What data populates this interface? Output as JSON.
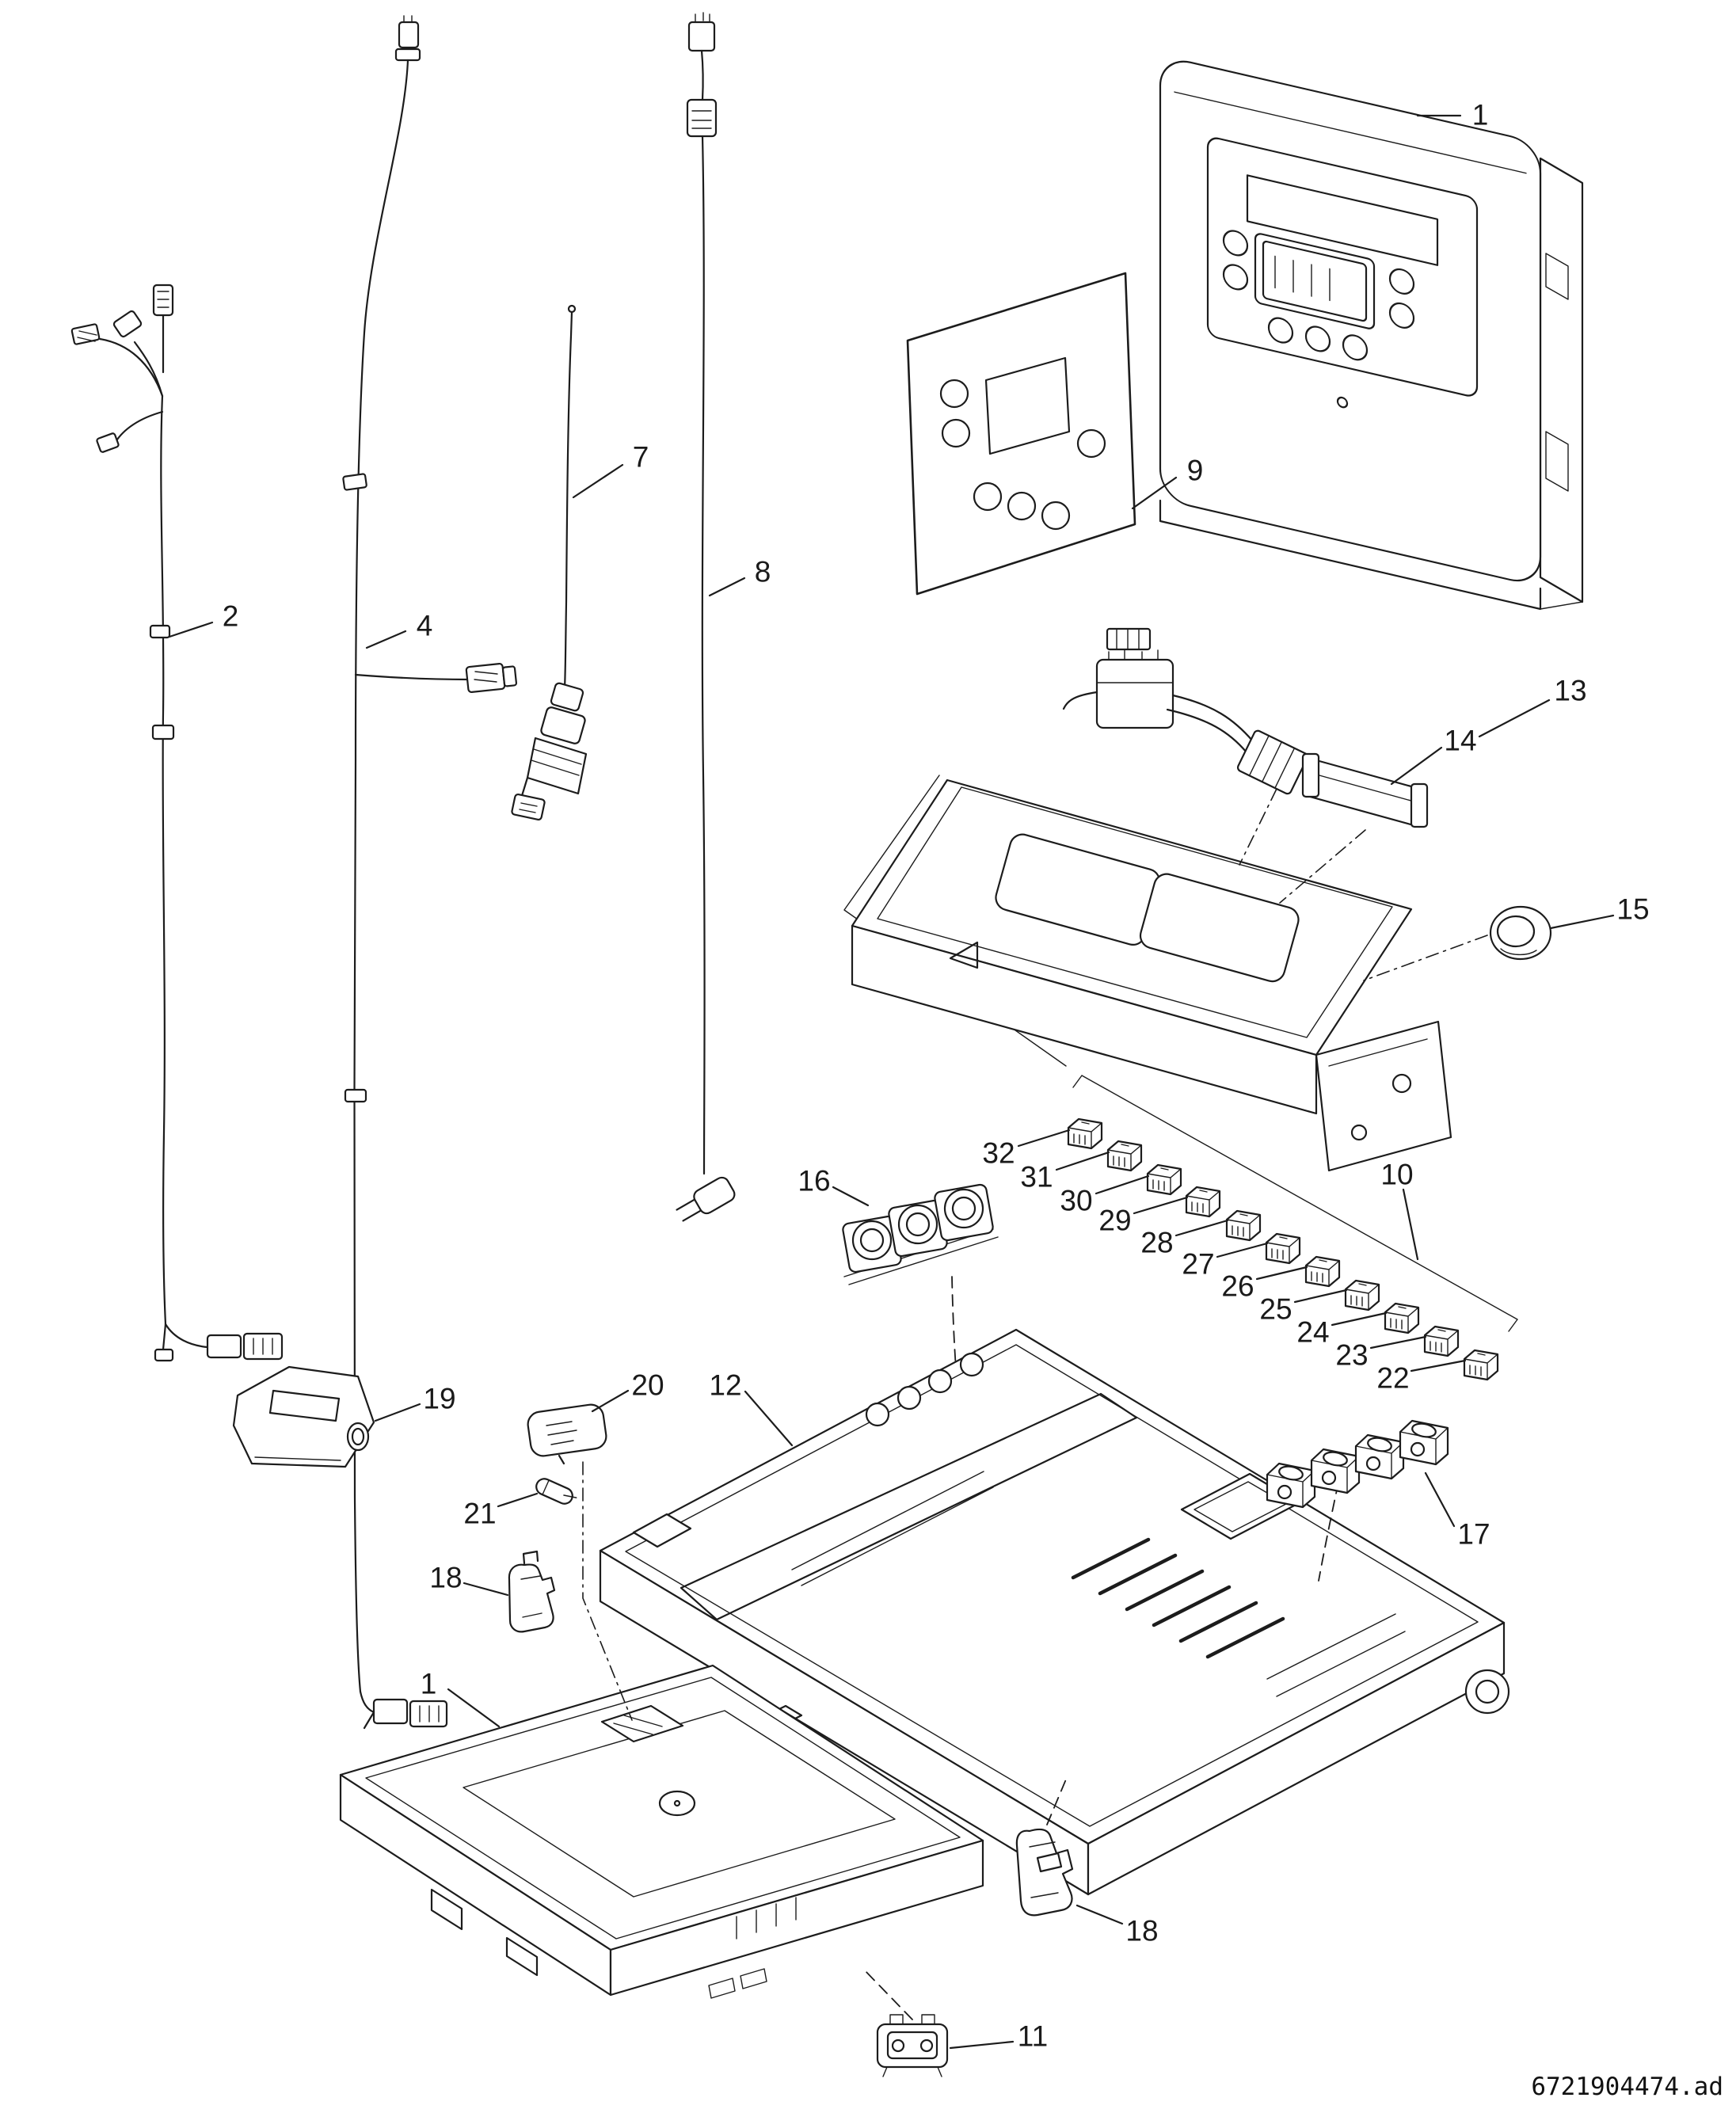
{
  "page": {
    "background_color": "#ffffff",
    "line_color": "#1c1c1c",
    "doc_id": "6721904474.ad"
  },
  "diagram": {
    "type": "exploded-parts-diagram",
    "callouts": [
      {
        "text": "1"
      },
      {
        "text": "2"
      },
      {
        "text": "4"
      },
      {
        "text": "7"
      },
      {
        "text": "8"
      },
      {
        "text": "9"
      },
      {
        "text": "13"
      },
      {
        "text": "14"
      },
      {
        "text": "15"
      },
      {
        "text": "16"
      },
      {
        "text": "10"
      },
      {
        "text": "32"
      },
      {
        "text": "31"
      },
      {
        "text": "30"
      },
      {
        "text": "29"
      },
      {
        "text": "28"
      },
      {
        "text": "27"
      },
      {
        "text": "26"
      },
      {
        "text": "25"
      },
      {
        "text": "24"
      },
      {
        "text": "23"
      },
      {
        "text": "22"
      },
      {
        "text": "19"
      },
      {
        "text": "20"
      },
      {
        "text": "12"
      },
      {
        "text": "21"
      },
      {
        "text": "18"
      },
      {
        "text": "17"
      },
      {
        "text": "1"
      },
      {
        "text": "18"
      },
      {
        "text": "11"
      }
    ]
  }
}
